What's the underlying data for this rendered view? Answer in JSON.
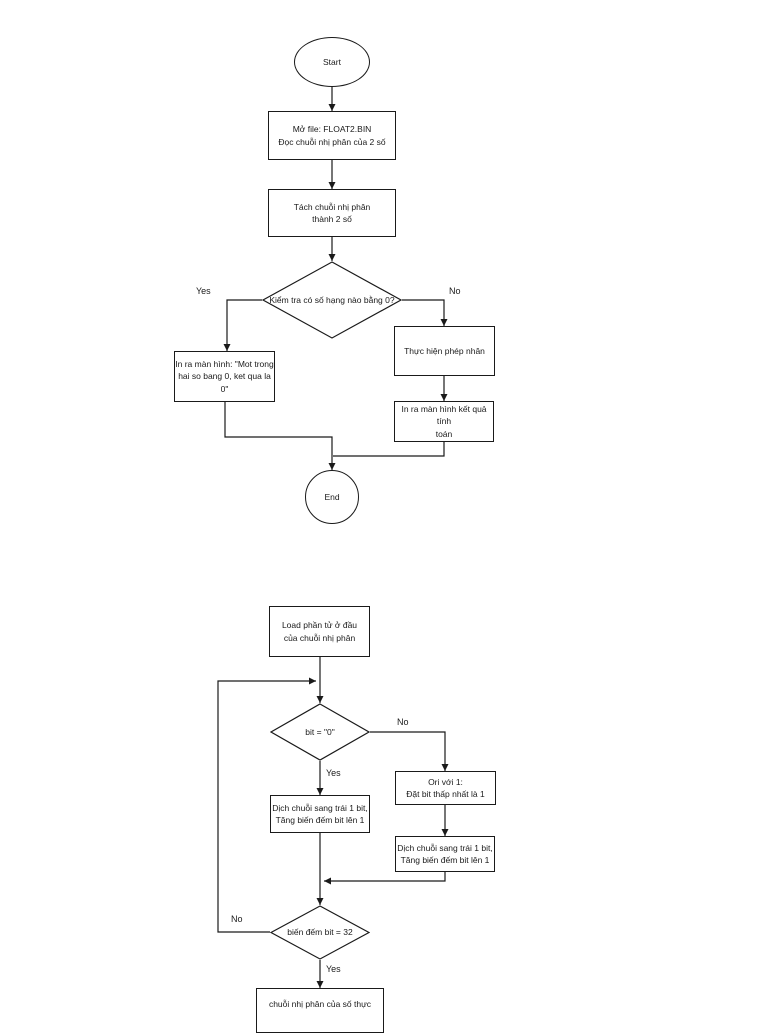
{
  "page": {
    "background": "#ffffff",
    "line_color": "#1a1a1a"
  },
  "flowchart1": {
    "start_label": "Start",
    "open_file": {
      "line1": "Mở file: FLOAT2.BIN",
      "line2": "Đọc chuỗi nhị phân của 2 số"
    },
    "split": {
      "line1": "Tách chuỗi nhị phân",
      "line2": "thành 2 số"
    },
    "check_zero": {
      "question": "Kiểm tra có số hạng nào bằng 0?",
      "yes_label": "Yes",
      "no_label": "No"
    },
    "print_zero": {
      "line1": "In ra màn hình: \"Mot trong",
      "line2": "hai so bang 0, ket qua la 0\""
    },
    "multiply": {
      "line1": "Thực hiện phép nhân"
    },
    "print_result": {
      "line1": "In ra màn hình kết quả tính",
      "line2": "toán"
    },
    "end_label": "End"
  },
  "flowchart2": {
    "load": {
      "line1": "Load phần tử ở đầu",
      "line2": "của chuỗi nhị phân"
    },
    "bit_check": {
      "question": "bit = \"0\"",
      "yes_label": "Yes",
      "no_label": "No"
    },
    "ori": {
      "line1": "Ori với 1:",
      "line2": "Đặt bit thấp nhất là 1"
    },
    "shift_right": {
      "line1": "Dịch chuỗi sang trái 1 bit,",
      "line2": "Tăng biến đếm bit lên 1"
    },
    "shift_left": {
      "line1": "Dịch chuỗi sang trái 1 bit,",
      "line2": "Tăng biến đếm bit lên 1"
    },
    "count_check": {
      "question": "biến đếm bit = 32",
      "yes_label": "Yes",
      "no_label": "No"
    },
    "result": {
      "line1": "chuỗi nhị phân của số thực"
    }
  }
}
